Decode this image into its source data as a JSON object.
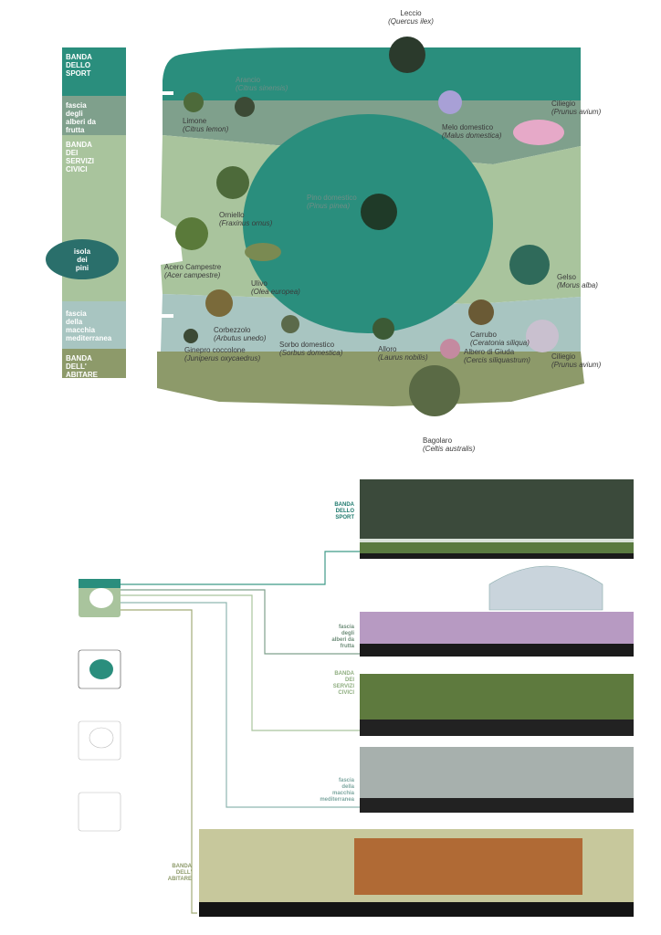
{
  "colors": {
    "sport": "#2a8e7d",
    "fruit": "#7fa08c",
    "civic": "#a9c49d",
    "pine_island": "#2a8e7d",
    "mediterranean": "#a8c5c1",
    "habitation": "#8d9a6a",
    "connector_teal": "#3f9a88",
    "connector_olive": "#a2ac78"
  },
  "legend": [
    {
      "id": "sport",
      "label": "BANDA\nDELLO\nSPORT"
    },
    {
      "id": "fruit",
      "label": "fascia\ndegli\nalberi da\nfrutta"
    },
    {
      "id": "civic",
      "label": "BANDA\nDEI\nSERVIZI\nCIVICI"
    },
    {
      "id": "isola",
      "label": "isola\ndei\npini"
    },
    {
      "id": "med",
      "label": "fascia\ndella\nmacchia\nmediterranea"
    },
    {
      "id": "abitare",
      "label": "BANDA\nDELL'\nABITARE"
    }
  ],
  "trees": [
    {
      "id": "leccio",
      "name": "Leccio",
      "latin": "(Quercus ilex)"
    },
    {
      "id": "arancio",
      "name": "Arancio",
      "latin": "(Citrus sinensis)"
    },
    {
      "id": "limone",
      "name": "Limone",
      "latin": "(Citrus lemon)"
    },
    {
      "id": "melo",
      "name": "Melo domestico",
      "latin": "(Malus domestica)"
    },
    {
      "id": "ciliegio1",
      "name": "Ciliegio",
      "latin": "(Prunus avium)"
    },
    {
      "id": "pino",
      "name": "Pino domestico",
      "latin": "(Pinus pinea)"
    },
    {
      "id": "orniello",
      "name": "Orniello",
      "latin": "(Fraxinus ornus)"
    },
    {
      "id": "acero",
      "name": "Acero Campestre",
      "latin": "(Acer campestre)"
    },
    {
      "id": "ulivo",
      "name": "Ulivo",
      "latin": "(Olea europea)"
    },
    {
      "id": "gelso",
      "name": "Gelso",
      "latin": "(Morus alba)"
    },
    {
      "id": "carrubo",
      "name": "Carrubo",
      "latin": "(Ceratonia siliqua)"
    },
    {
      "id": "corbezzolo",
      "name": "Corbezzolo",
      "latin": "(Arbutus unedo)"
    },
    {
      "id": "sorbo",
      "name": "Sorbo domestico",
      "latin": "(Sorbus domestica)"
    },
    {
      "id": "alloro",
      "name": "Alloro",
      "latin": "(Laurus nobilis)"
    },
    {
      "id": "giuda",
      "name": "Albero di Giuda",
      "latin": "(Cercis siliquastrum)"
    },
    {
      "id": "ciliegio2",
      "name": "Ciliegio",
      "latin": "(Prunus avium)"
    },
    {
      "id": "ginepro",
      "name": "Ginepro coccolone",
      "latin": "(Juniperus oxycaedrus)"
    },
    {
      "id": "bagolaro",
      "name": "Bagolaro",
      "latin": "(Celtis australis)"
    }
  ],
  "sections": [
    {
      "id": "sport",
      "label": "BANDA\nDELLO\nSPORT"
    },
    {
      "id": "fruit",
      "label": "fascia\ndegli\nalberi da\nfrutta"
    },
    {
      "id": "civic",
      "label": "BANDA\nDEI\nSERVIZI\nCIVICI"
    },
    {
      "id": "med",
      "label": "fascia\ndella\nmacchia\nmediterranea"
    },
    {
      "id": "abitare",
      "label": "BANDA\nDELL'\nABITARE"
    }
  ]
}
